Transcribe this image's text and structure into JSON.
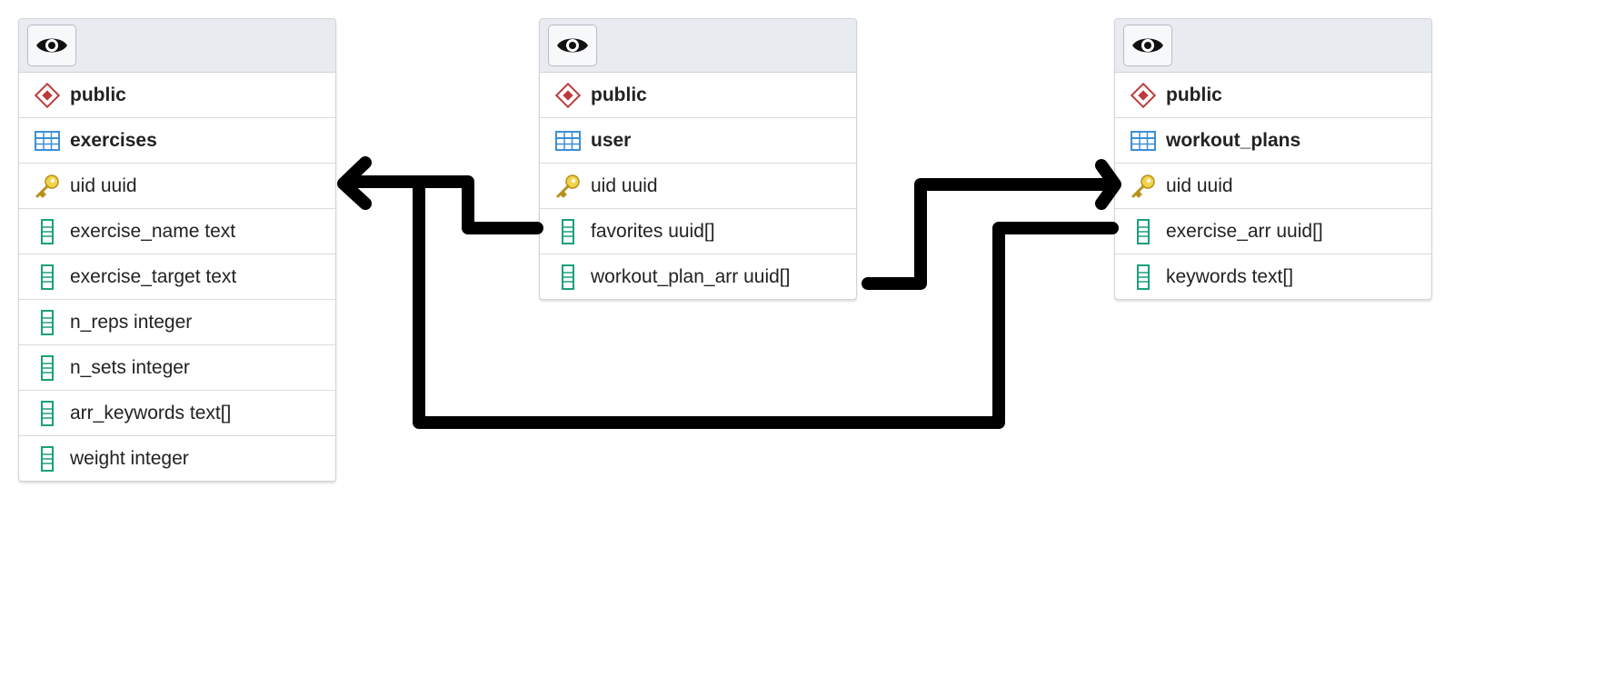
{
  "tables": [
    {
      "id": "exercises",
      "schema": "public",
      "name": "exercises",
      "columns": [
        {
          "icon": "key-icon",
          "label": "uid uuid"
        },
        {
          "icon": "column-icon",
          "label": "exercise_name text"
        },
        {
          "icon": "column-icon",
          "label": "exercise_target text"
        },
        {
          "icon": "column-icon",
          "label": "n_reps integer"
        },
        {
          "icon": "column-icon",
          "label": "n_sets integer"
        },
        {
          "icon": "column-icon",
          "label": "arr_keywords text[]"
        },
        {
          "icon": "column-icon",
          "label": "weight integer"
        }
      ]
    },
    {
      "id": "user",
      "schema": "public",
      "name": "user",
      "columns": [
        {
          "icon": "key-icon",
          "label": "uid uuid"
        },
        {
          "icon": "column-icon",
          "label": "favorites uuid[]"
        },
        {
          "icon": "column-icon",
          "label": "workout_plan_arr uuid[]"
        }
      ]
    },
    {
      "id": "workout_plans",
      "schema": "public",
      "name": "workout_plans",
      "columns": [
        {
          "icon": "key-icon",
          "label": "uid uuid"
        },
        {
          "icon": "column-icon",
          "label": "exercise_arr uuid[]"
        },
        {
          "icon": "column-icon",
          "label": "keywords text[]"
        }
      ]
    }
  ],
  "relations": [
    {
      "from": "user.favorites uuid[]",
      "to": "exercises.uid uuid"
    },
    {
      "from": "workout_plans.exercise_arr uuid[]",
      "to": "exercises.uid uuid"
    },
    {
      "from": "user.workout_plan_arr uuid[]",
      "to": "workout_plans.uid uuid"
    }
  ],
  "colors": {
    "header_bg": "#e8ebf0",
    "schema_icon": "#c0393b",
    "table_icon": "#3d8fd6",
    "key_icon": "#e6c12e",
    "column_icon": "#1aa07a",
    "edge": "#000000"
  }
}
